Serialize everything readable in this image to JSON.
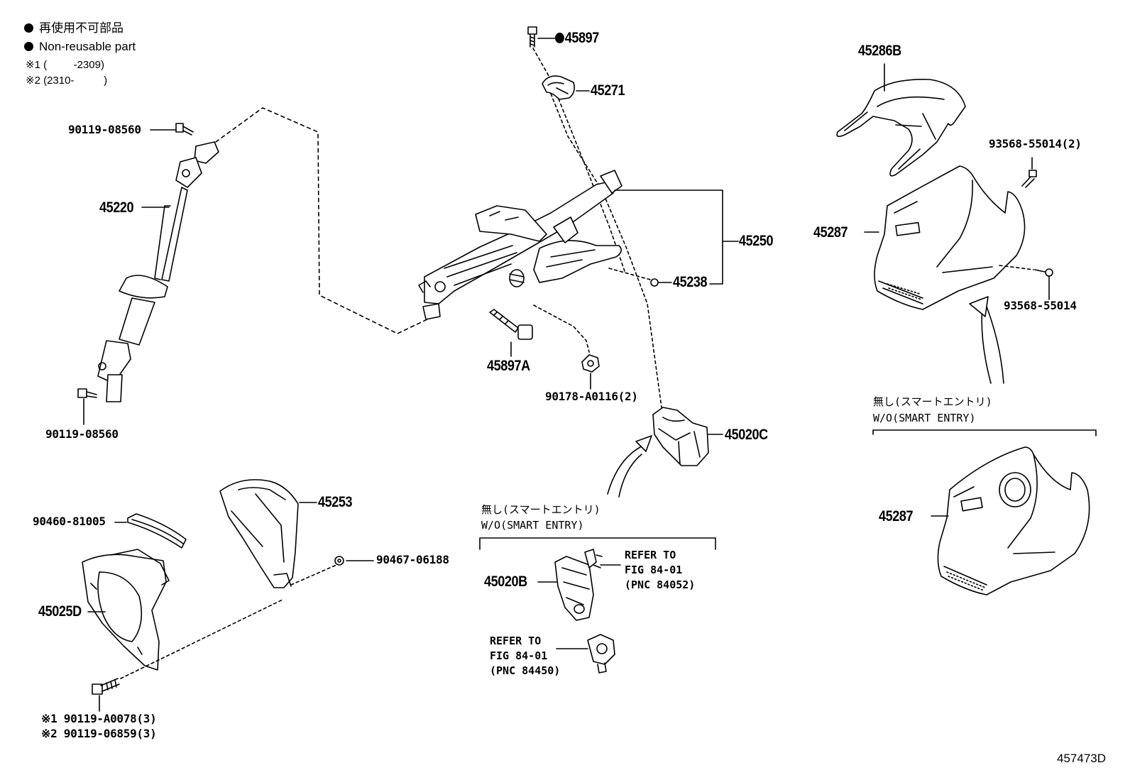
{
  "legend": {
    "line1": "再使用不可部品",
    "line2": "Non-reusable part",
    "line3": "※1 (         -2309)",
    "line4": "※2 (2310-          )"
  },
  "parts": {
    "p45897": "45897",
    "p45271": "45271",
    "p45286B": "45286B",
    "p93568_55014_2": "93568-55014(2)",
    "p90119_08560_top": "90119-08560",
    "p45220": "45220",
    "p45250": "45250",
    "p45287_top": "45287",
    "p45238": "45238",
    "p93568_55014": "93568-55014",
    "p45897A": "45897A",
    "p90178_A0116_2": "90178-A0116(2)",
    "p90119_08560_bot": "90119-08560",
    "p45020C": "45020C",
    "p45253": "45253",
    "p90460_81005": "90460-81005",
    "p90467_06188": "90467-06188",
    "p45020B": "45020B",
    "p45025D": "45025D",
    "p45287_bot": "45287",
    "p90119_A0078_3": "※1 90119-A0078(3)",
    "p90119_06859_3": "※2 90119-06859(3)"
  },
  "notes": {
    "smart_entry_1_jp": "無し(スマートエントリ)",
    "smart_entry_1_en": "W/O(SMART ENTRY)",
    "smart_entry_2_jp": "無し(スマートエントリ)",
    "smart_entry_2_en": "W/O(SMART ENTRY)"
  },
  "refs": {
    "ref_84052": "REFER TO\nFIG 84-01\n(PNC 84052)",
    "ref_84450": "REFER TO\nFIG 84-01\n(PNC 84450)"
  },
  "drawing_id": "457473D"
}
